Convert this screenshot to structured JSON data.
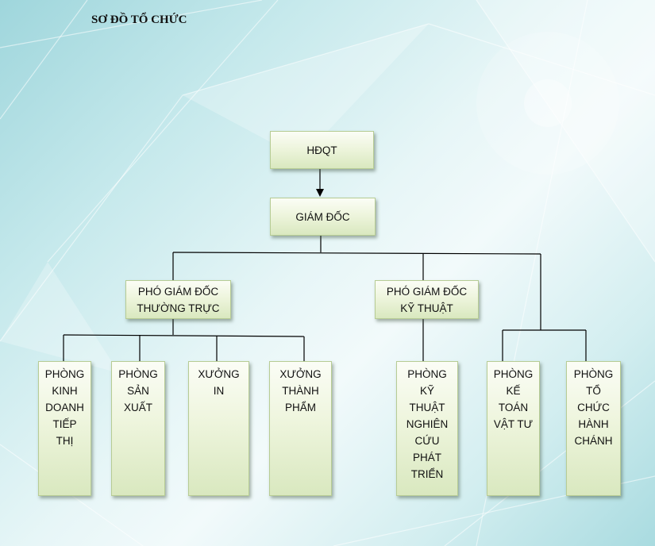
{
  "title": "SƠ ĐỒ TỔ CHỨC",
  "nodes": {
    "hdqt": "HĐQT",
    "giam_doc": "GIÁM ĐỐC",
    "pho_gd_thuong_truc": "PHÓ GIÁM ĐỐC\nTHƯỜNG TRỰC",
    "pho_gd_ky_thuat": "PHÓ GIÁM ĐỐC\nKỸ THUẬT",
    "phong_kinh_doanh": "PHÒNG\nKINH\nDOANH\nTIẾP\nTHỊ",
    "phong_san_xuat": "PHÒNG\nSẢN\nXUẤT",
    "xuong_in": "XƯỞNG\nIN",
    "xuong_thanh_pham": "XƯỞNG\nTHÀNH\nPHẨM",
    "phong_ky_thuat": "PHÒNG\nKỸ\nTHUẬT\nNGHIÊN\nCỨU\nPHÁT\nTRIỂN",
    "phong_ke_toan": "PHÒNG\nKẾ\nTOÁN\nVẬT TƯ",
    "phong_to_chuc": "PHÒNG\nTỔ\nCHỨC\nHÀNH\nCHÁNH"
  }
}
